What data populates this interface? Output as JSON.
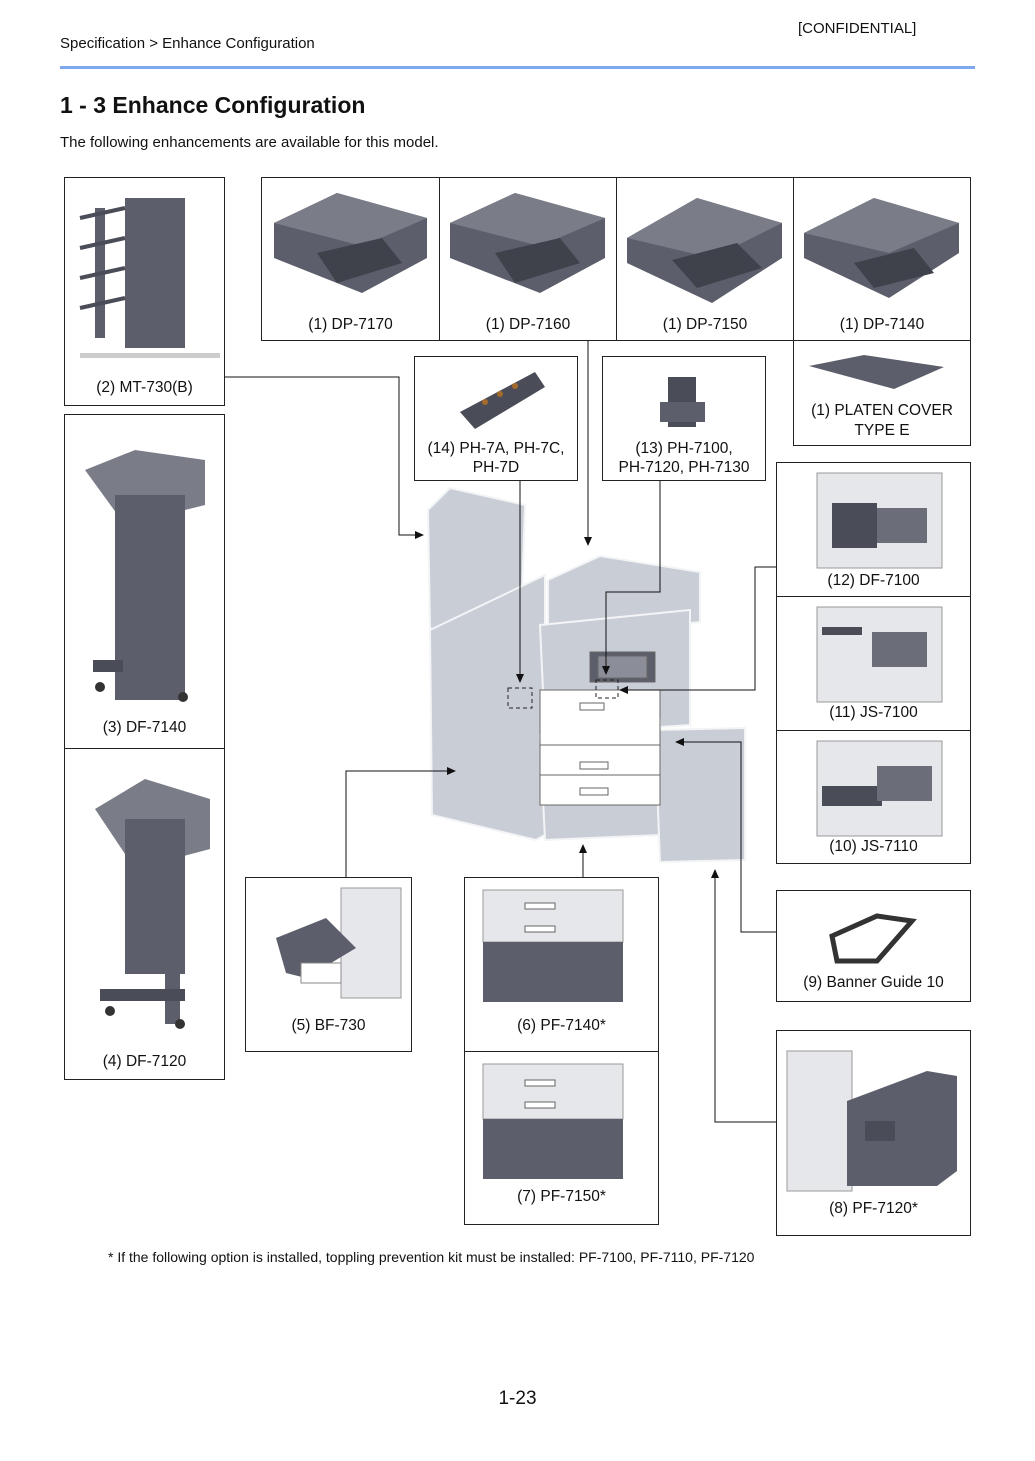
{
  "header": {
    "breadcrumb": "Specification > Enhance Configuration",
    "confidential": "[CONFIDENTIAL]"
  },
  "section": {
    "title": "1 - 3 Enhance Configuration",
    "intro": "The following enhancements are available for this model."
  },
  "options": {
    "dp7170": "(1) DP-7170",
    "dp7160": "(1) DP-7160",
    "dp7150": "(1) DP-7150",
    "dp7140": "(1) DP-7140",
    "platen_line1": "(1) PLATEN COVER",
    "platen_line2": "TYPE E",
    "mt730b": "(2) MT-730(B)",
    "df7140": "(3) DF-7140",
    "df7120": "(4) DF-7120",
    "bf730": "(5) BF-730",
    "pf7140": "(6) PF-7140*",
    "pf7150": "(7) PF-7150*",
    "pf7120": "(8) PF-7120*",
    "banner": "(9) Banner Guide 10",
    "js7110": "(10) JS-7110",
    "js7100": "(11) JS-7100",
    "df7100": "(12) DF-7100",
    "ph7100_line1": "(13) PH-7100,",
    "ph7100_line2": "PH-7120, PH-7130",
    "ph7a_line1": "(14) PH-7A, PH-7C,",
    "ph7a_line2": "PH-7D"
  },
  "footnote": "* If the following option is installed, toppling prevention kit must be installed: PF-7100, PF-7110, PF-7120",
  "page_number": "1-23",
  "colors": {
    "accent_rule": "#7ea7ee",
    "ghost_machine": "#c9cdd6",
    "device_gray": "#5c5f6b",
    "device_light": "#e6e7ea"
  }
}
